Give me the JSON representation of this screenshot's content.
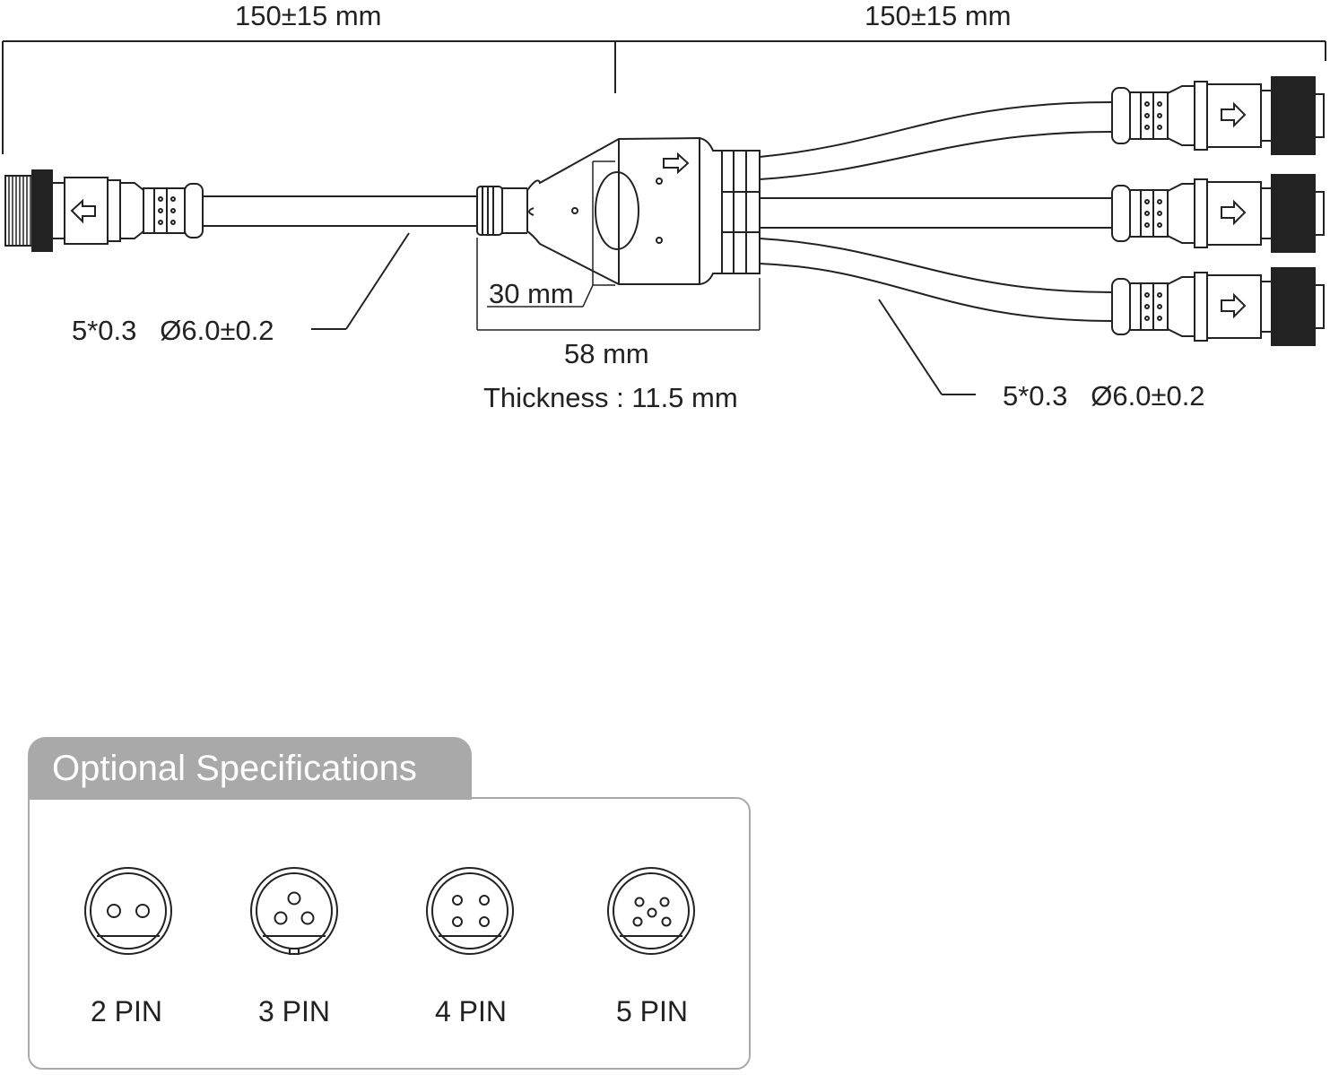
{
  "dimensions": {
    "left_length": "150±15 mm",
    "right_length": "150±15 mm",
    "splitter_height": "30 mm",
    "splitter_width": "58 mm",
    "thickness": "Thickness : 11.5 mm",
    "input_cable": "5*0.3   Ø6.0±0.2",
    "output_cable": "5*0.3   Ø6.0±0.2"
  },
  "specs": {
    "title": "Optional Specifications",
    "pins": [
      {
        "label": "2 PIN",
        "count": 2
      },
      {
        "label": "3 PIN",
        "count": 3
      },
      {
        "label": "4 PIN",
        "count": 4
      },
      {
        "label": "5 PIN",
        "count": 5
      }
    ]
  },
  "colors": {
    "line": "#222222",
    "panel_gray": "#a9a9a9"
  }
}
